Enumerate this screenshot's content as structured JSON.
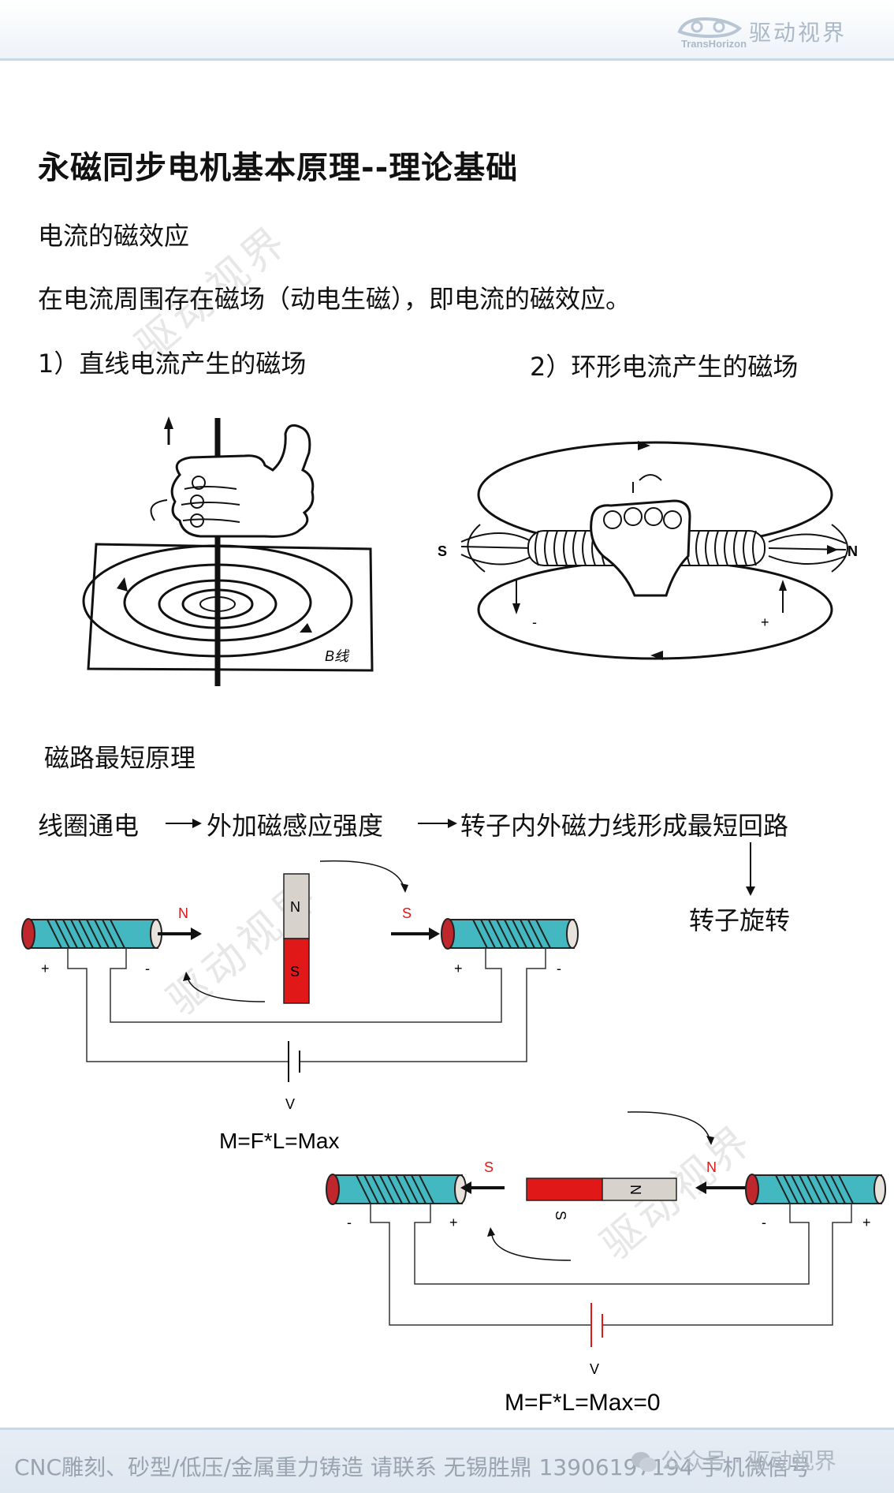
{
  "header": {
    "logo_text": "驱动视界",
    "logo_sub": "TransHorizon"
  },
  "title": "永磁同步电机基本原理--理论基础",
  "section1": {
    "heading": "电流的磁效应",
    "description": "在电流周围存在磁场（动电生磁），即电流的磁效应。",
    "item1": "1）直线电流产生的磁场",
    "item2": "2）环形电流产生的磁场",
    "fig1_label": "B线",
    "fig2_labels": {
      "south": "S",
      "north": "N",
      "minus": "-",
      "plus": "+"
    }
  },
  "section2": {
    "heading": "磁路最短原理",
    "flow_step1": "线圈通电",
    "flow_step2": "外加磁感应强度",
    "flow_step3": "转子内外磁力线形成最短回路",
    "flow_result": "转子旋转"
  },
  "diagram1": {
    "coil_left_n": "N",
    "magnet_top": "N",
    "magnet_bottom": "S",
    "coil_right_s": "S",
    "plus": "+",
    "minus": "-",
    "voltage": "V",
    "formula": "M=F*L=Max"
  },
  "diagram2": {
    "coil_left_s": "S",
    "magnet_left": "S",
    "magnet_right": "N",
    "coil_right_n": "N",
    "plus": "+",
    "minus": "-",
    "voltage": "V",
    "formula": "M=F*L=Max=0"
  },
  "watermarks": [
    "驱动视界",
    "驱动视界",
    "驱动视界"
  ],
  "footer": {
    "text": "CNC雕刻、砂型/低压/金属重力铸造 请联系 无锡胜鼎 13906197194 手机微信号",
    "wechat_label": "公众号 · 驱动视界"
  },
  "colors": {
    "coil_body": "#43b8c0",
    "magnet_red": "#e01818",
    "magnet_grey": "#d8d2cc",
    "header_rule": "#c9d7e6",
    "footer_text": "#9aa4b0"
  }
}
